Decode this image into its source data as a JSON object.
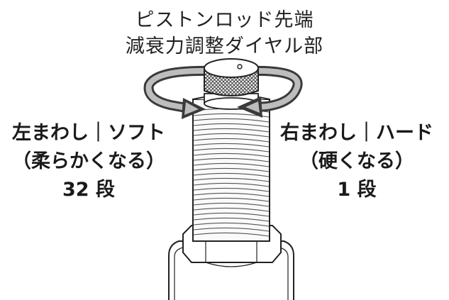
{
  "title": {
    "line1": "ピストンロッド先端",
    "line2": "減衰力調整ダイヤル部"
  },
  "left": {
    "direction": "左まわし｜ソフト",
    "effect": "（柔らかくなる）",
    "steps": "32 段"
  },
  "right": {
    "direction": "右まわし｜ハード",
    "effect": "（硬くなる）",
    "steps": "1 段"
  }
}
